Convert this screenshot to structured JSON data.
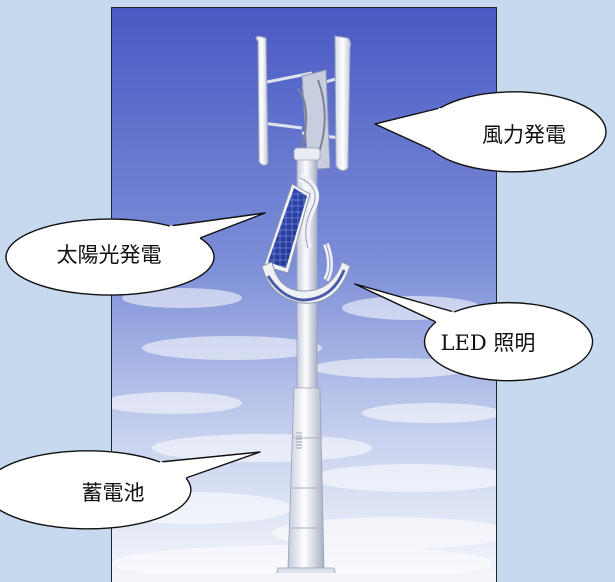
{
  "callouts": {
    "wind": "風力発電",
    "solar": "太陽光発電",
    "led": "LED 照明",
    "battery": "蓄電池"
  },
  "colors": {
    "page_background": "#c6d9ef",
    "sky_top": "#4f5fc8",
    "sky_bottom": "#f2f4fb",
    "pole": "#eef1f6",
    "solar_panel": "#2b3f9e",
    "bubble_fill": "#ffffff",
    "bubble_stroke": "#111111"
  }
}
